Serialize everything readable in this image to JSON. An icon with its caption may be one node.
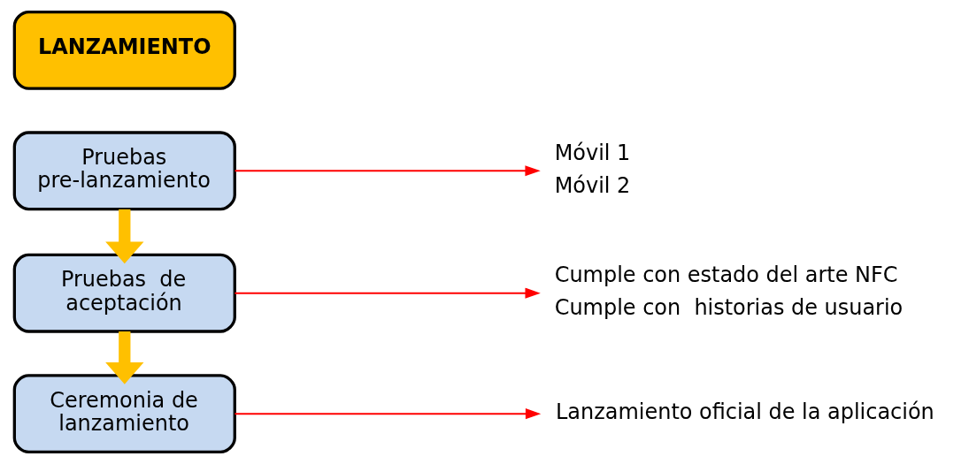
{
  "diagram": {
    "nodes": [
      {
        "text": [
          "LANZAMIENTO"
        ]
      },
      {
        "text": [
          "Pruebas pre-lanzamiento"
        ]
      },
      {
        "text": [
          "Pruebas  de aceptación"
        ]
      },
      {
        "text": [
          "Ceremonia de lanzamiento"
        ]
      },
      {
        "text": [
          "Móvil 1",
          "Móvil 2"
        ]
      },
      {
        "text": [
          "Cumple con estado del arte NFC",
          "Cumple con  historias de usuario"
        ]
      },
      {
        "text": [
          "Lanzamiento oficial de la aplicación"
        ]
      }
    ],
    "edges": [
      {
        "from": 1,
        "to": 4,
        "arrow": "to"
      },
      {
        "from": 1,
        "to": 2,
        "arrow": "to",
        "style": "thick",
        "color": "#ffc000"
      },
      {
        "from": 2,
        "to": 5,
        "arrow": "to"
      },
      {
        "from": 2,
        "to": 3,
        "arrow": "to",
        "style": "thick",
        "color": "#ffc000"
      },
      {
        "from": 3,
        "to": 6,
        "arrow": "to"
      }
    ]
  }
}
